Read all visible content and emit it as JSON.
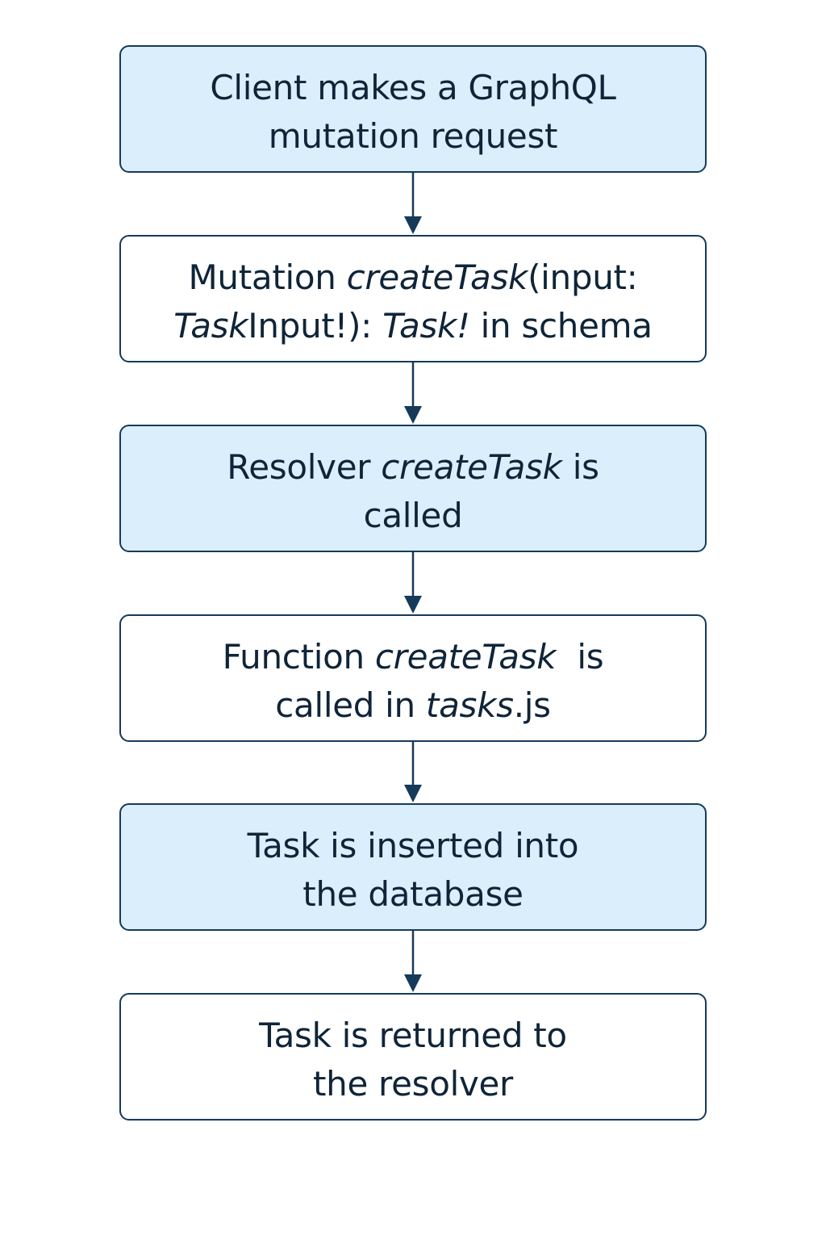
{
  "steps": [
    {
      "id": "client-request",
      "filled": true,
      "line1": [
        "Client makes a GraphQL"
      ],
      "line2": [
        "mutation request"
      ]
    },
    {
      "id": "schema-mutation",
      "filled": false,
      "line1": [
        "Mutation ",
        "createTask",
        "(input:"
      ],
      "line2": [
        "Task",
        "Input!): ",
        "Task!",
        " in schema"
      ]
    },
    {
      "id": "resolver-called",
      "filled": true,
      "line1": [
        "Resolver ",
        "createTask",
        " is"
      ],
      "line2": [
        "called"
      ]
    },
    {
      "id": "function-called",
      "filled": false,
      "line1": [
        "Function ",
        "createTask",
        "  is"
      ],
      "line2": [
        "called in ",
        "tasks",
        ".js"
      ]
    },
    {
      "id": "task-inserted",
      "filled": true,
      "line1": [
        "Task is inserted into"
      ],
      "line2": [
        "the database"
      ]
    },
    {
      "id": "task-returned",
      "filled": false,
      "line1": [
        "Task is returned to"
      ],
      "line2": [
        "the resolver"
      ]
    }
  ],
  "colors": {
    "box_fill_alt": "#dbeefc",
    "box_border": "#163a5a",
    "arrow": "#163a5a",
    "text": "#0f2438"
  }
}
